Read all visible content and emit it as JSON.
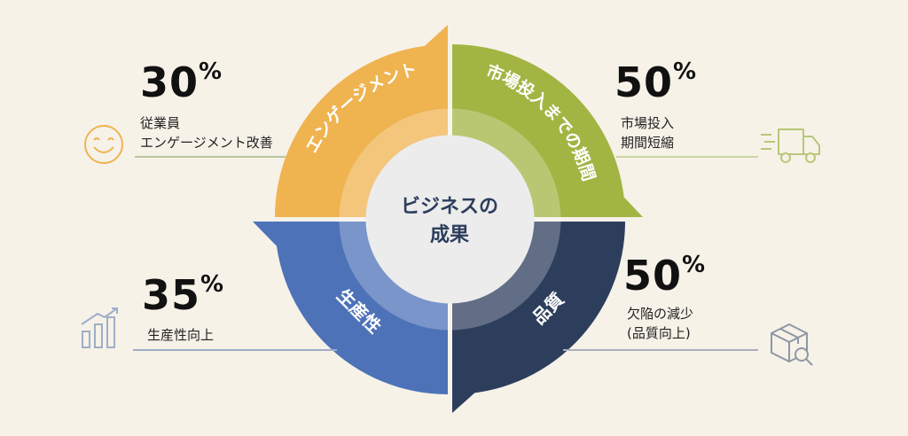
{
  "center": {
    "line1": "ビジネスの",
    "line2": "成果"
  },
  "quadrants": {
    "top_left": {
      "label": "エンゲージメント",
      "value": "30",
      "unit": "%",
      "desc1": "従業員",
      "desc2": "エンゲージメント改善",
      "color": "#efb350",
      "icon": "smiley-icon"
    },
    "top_right": {
      "label": "市場投入までの期間",
      "value": "50",
      "unit": "%",
      "desc1": "市場投入",
      "desc2": "期間短縮",
      "color": "#a2b543",
      "icon": "delivery-truck-icon"
    },
    "bottom_left": {
      "label": "生産性",
      "value": "35",
      "unit": "%",
      "desc1": "生産性向上",
      "color": "#4d72b8",
      "icon": "bar-chart-growth-icon"
    },
    "bottom_right": {
      "label": "品質",
      "value": "50",
      "unit": "%",
      "desc1": "欠陥の減少",
      "desc2": "(品質向上)",
      "color": "#2d3e5d",
      "icon": "box-inspect-icon"
    }
  },
  "colors": {
    "background": "#f6f2e8",
    "center_fill": "#ececec",
    "leader_tl": "#b8c7a0",
    "leader_tr": "#cbd6a2",
    "leader_bl": "#9eaec7",
    "leader_br": "#a9b0bb"
  }
}
